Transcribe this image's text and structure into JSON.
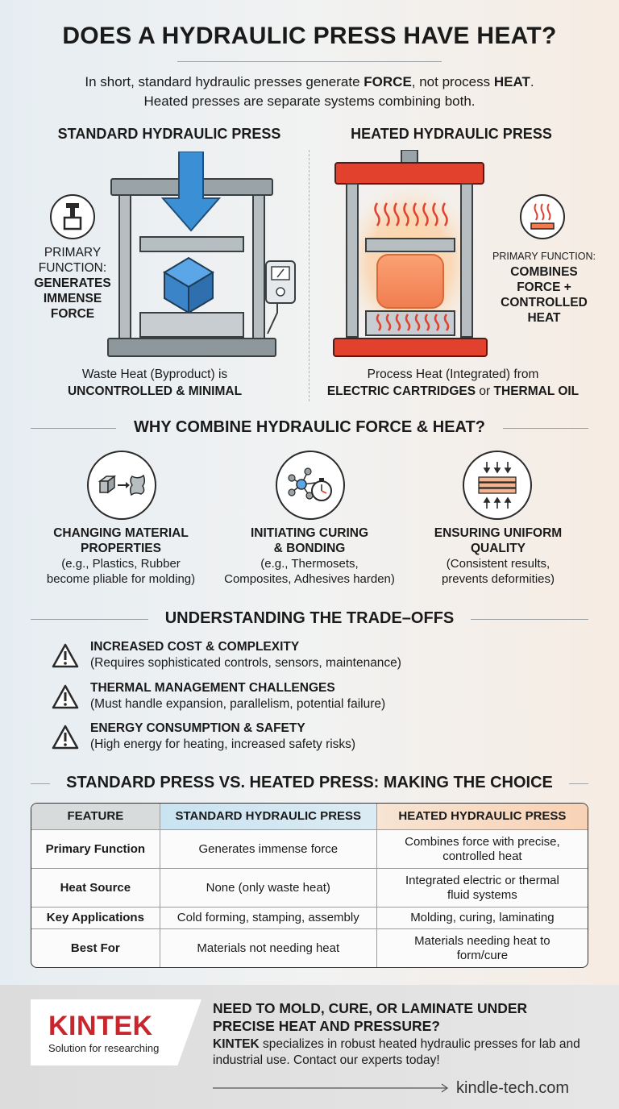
{
  "title": "DOES A HYDRAULIC PRESS HAVE HEAT?",
  "intro": {
    "line1_pre": "In short, standard hydraulic presses generate ",
    "line1_b1": "FORCE",
    "line1_mid": ", not process ",
    "line1_b2": "HEAT",
    "line1_end": ".",
    "line2": "Heated presses are separate systems combining both."
  },
  "standard": {
    "title": "STANDARD HYDRAULIC PRESS",
    "function_label1": "PRIMARY",
    "function_label2": "FUNCTION:",
    "function_value1": "GENERATES",
    "function_value2": "IMMENSE",
    "function_value3": "FORCE",
    "caption_line1": "Waste Heat (Byproduct) is",
    "caption_line2": "UNCONTROLLED & MINIMAL"
  },
  "heated": {
    "title": "HEATED HYDRAULIC PRESS",
    "function_label": "PRIMARY FUNCTION:",
    "function_value1": "COMBINES",
    "function_value2": "FORCE +",
    "function_value3": "CONTROLLED",
    "function_value4": "HEAT",
    "caption_line1": "Process Heat (Integrated) from",
    "caption_b1": "ELECTRIC CARTRIDGES",
    "caption_mid": " or ",
    "caption_b2": "THERMAL OIL"
  },
  "why": {
    "title": "WHY COMBINE HYDRAULIC FORCE & HEAT?",
    "items": [
      {
        "icon": "material-change-icon",
        "title1": "CHANGING MATERIAL",
        "title2": "PROPERTIES",
        "desc1": "(e.g., Plastics, Rubber",
        "desc2": "become pliable for molding)"
      },
      {
        "icon": "curing-molecule-icon",
        "title1": "INITIATING CURING",
        "title2": "& BONDING",
        "desc1": "(e.g., Thermosets,",
        "desc2": "Composites, Adhesives harden)"
      },
      {
        "icon": "uniform-pressure-icon",
        "title1": "ENSURING UNIFORM",
        "title2": "QUALITY",
        "desc1": "(Consistent results,",
        "desc2": "prevents deformities)"
      }
    ]
  },
  "tradeoffs": {
    "title": "UNDERSTANDING THE TRADE–OFFS",
    "items": [
      {
        "title": "INCREASED COST & COMPLEXITY",
        "desc": "(Requires sophisticated controls, sensors, maintenance)"
      },
      {
        "title": "THERMAL MANAGEMENT CHALLENGES",
        "desc": "(Must handle expansion, parallelism, potential failure)"
      },
      {
        "title": "ENERGY CONSUMPTION & SAFETY",
        "desc": "(High energy for heating, increased safety risks)"
      }
    ]
  },
  "comparison": {
    "title": "STANDARD PRESS VS. HEATED PRESS: MAKING THE CHOICE",
    "headers": [
      "FEATURE",
      "STANDARD HYDRAULIC PRESS",
      "HEATED HYDRAULIC PRESS"
    ],
    "rows": [
      {
        "feature": "Primary Function",
        "standard": "Generates immense force",
        "heated1": "Combines force with precise,",
        "heated2": "controlled heat"
      },
      {
        "feature": "Heat Source",
        "standard": "None (only waste heat)",
        "heated1": "Integrated electric or thermal",
        "heated2": "fluid systems"
      },
      {
        "feature": "Key Applications",
        "standard": "Cold forming, stamping, assembly",
        "heated1": "Molding, curing, laminating",
        "heated2": ""
      },
      {
        "feature": "Best For",
        "standard": "Materials not needing heat",
        "heated1": "Materials needing heat to",
        "heated2": "form/cure"
      }
    ]
  },
  "footer": {
    "logo": "KINTEK",
    "tagline": "Solution for researching",
    "cta_line1": "NEED TO MOLD, CURE, OR LAMINATE UNDER",
    "cta_line2": "PRECISE HEAT AND PRESSURE?",
    "body_b": "KINTEK",
    "body_rest": " specializes in robust heated hydraulic presses for lab and industrial use. Contact our experts today!",
    "site": "kindle-tech.com"
  },
  "colors": {
    "blue": "#3b8fd4",
    "red": "#e2412e",
    "frame_gray": "#9aa3a8",
    "heat_orange": "#f47a4e"
  }
}
